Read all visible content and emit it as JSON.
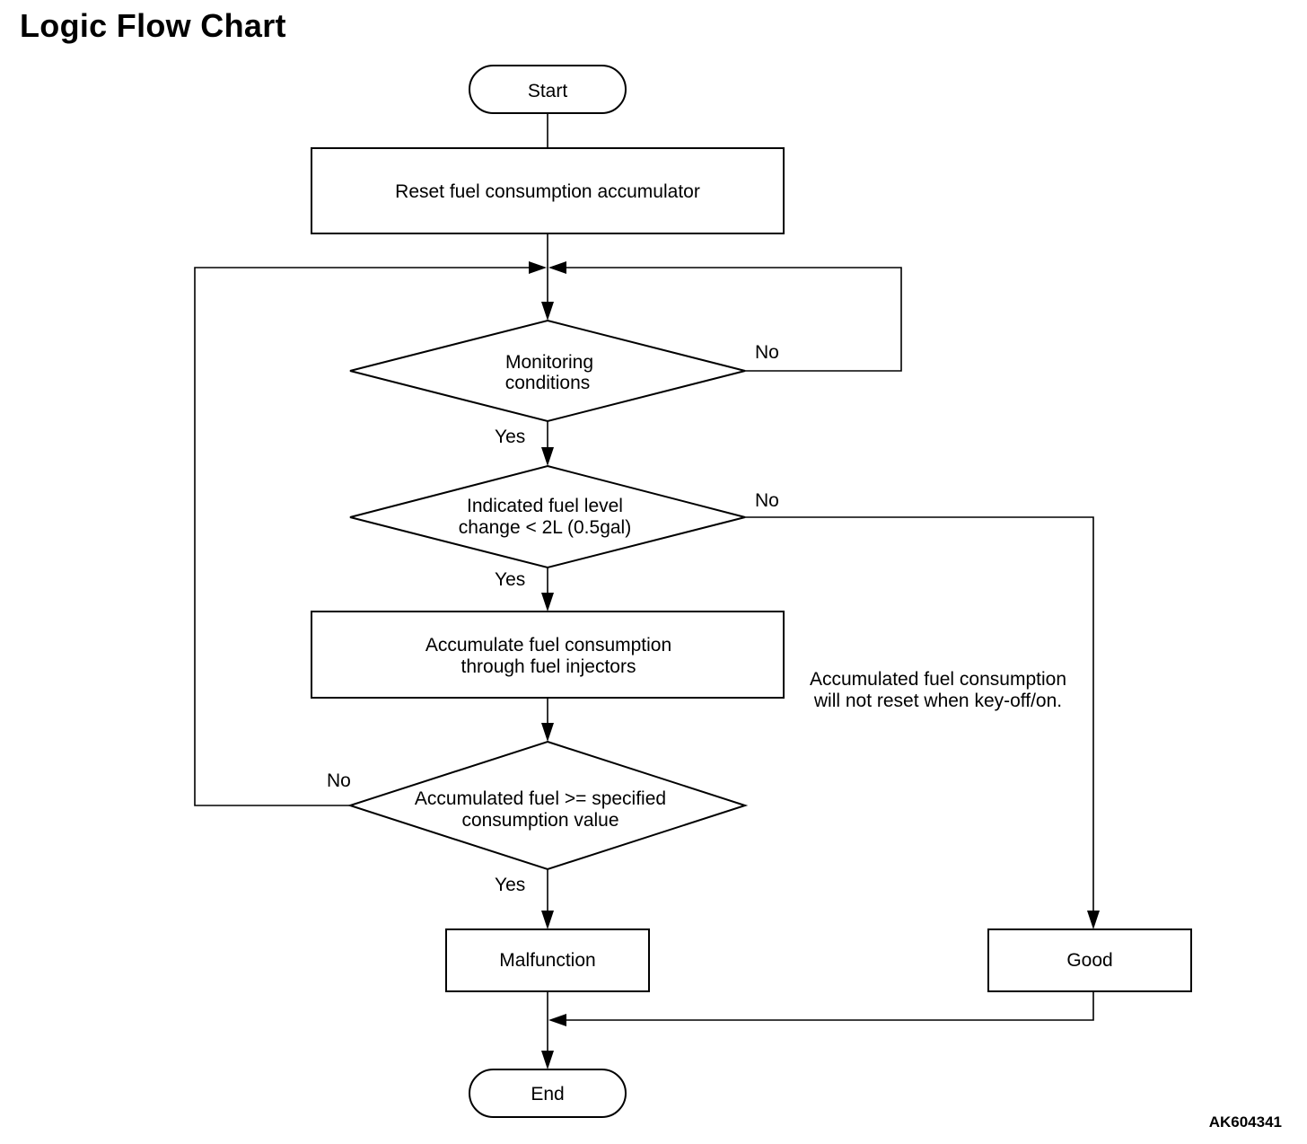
{
  "title": "Logic Flow Chart",
  "figure_code": "AK604341",
  "nodes": {
    "start": "Start",
    "reset": "Reset fuel consumption accumulator",
    "monitoring": [
      "Monitoring",
      "conditions"
    ],
    "fuel_level": [
      "Indicated fuel level",
      "change < 2L (0.5gal)"
    ],
    "accumulate": [
      "Accumulate fuel consumption",
      "through fuel injectors"
    ],
    "threshold": [
      "Accumulated fuel >= specified",
      "consumption value"
    ],
    "malfunction": "Malfunction",
    "good": "Good",
    "end": "End"
  },
  "labels": {
    "yes": "Yes",
    "no": "No",
    "note": [
      "Accumulated fuel consumption",
      "will not reset when key-off/on."
    ]
  }
}
